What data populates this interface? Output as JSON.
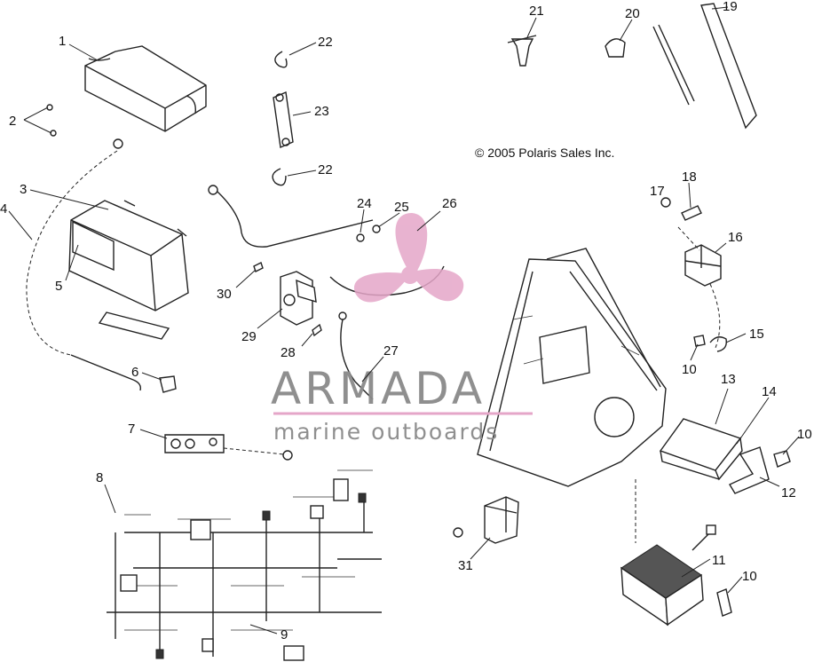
{
  "copyright": "© 2005 Polaris Sales Inc.",
  "watermark": {
    "brand": "ARMADA",
    "tagline": "marine outboards",
    "logo_color": "#e5a6c8"
  },
  "callouts": [
    {
      "n": "1",
      "text": "1"
    },
    {
      "n": "2",
      "text": "2"
    },
    {
      "n": "3",
      "text": "3"
    },
    {
      "n": "4",
      "text": "4"
    },
    {
      "n": "5",
      "text": "5"
    },
    {
      "n": "6",
      "text": "6"
    },
    {
      "n": "7",
      "text": "7"
    },
    {
      "n": "8",
      "text": "8"
    },
    {
      "n": "9",
      "text": "9"
    },
    {
      "n": "10a",
      "text": "10"
    },
    {
      "n": "10b",
      "text": "10"
    },
    {
      "n": "10c",
      "text": "10"
    },
    {
      "n": "11",
      "text": "11"
    },
    {
      "n": "12",
      "text": "12"
    },
    {
      "n": "13",
      "text": "13"
    },
    {
      "n": "14",
      "text": "14"
    },
    {
      "n": "15",
      "text": "15"
    },
    {
      "n": "16",
      "text": "16"
    },
    {
      "n": "17",
      "text": "17"
    },
    {
      "n": "18",
      "text": "18"
    },
    {
      "n": "19",
      "text": "19"
    },
    {
      "n": "20",
      "text": "20"
    },
    {
      "n": "21",
      "text": "21"
    },
    {
      "n": "22a",
      "text": "22"
    },
    {
      "n": "22b",
      "text": "22"
    },
    {
      "n": "23",
      "text": "23"
    },
    {
      "n": "24",
      "text": "24"
    },
    {
      "n": "25",
      "text": "25"
    },
    {
      "n": "26",
      "text": "26"
    },
    {
      "n": "27",
      "text": "27"
    },
    {
      "n": "28",
      "text": "28"
    },
    {
      "n": "29",
      "text": "29"
    },
    {
      "n": "30",
      "text": "30"
    },
    {
      "n": "31",
      "text": "31"
    }
  ]
}
